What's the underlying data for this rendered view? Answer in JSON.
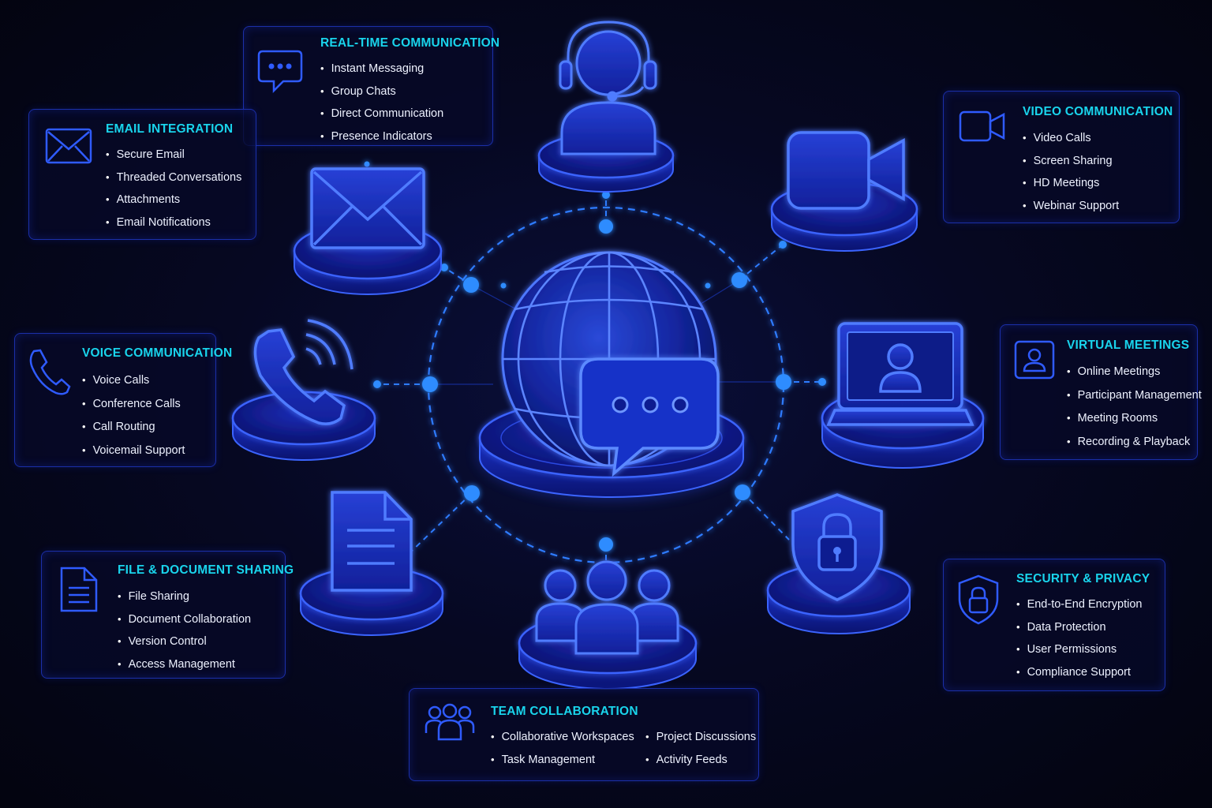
{
  "colors": {
    "background": "#04051a",
    "accent_blue": "#2f5bff",
    "glow_blue": "#3b64ff",
    "title_cyan": "#19d4ec",
    "text_white": "#eef2ff",
    "panel_border": "#1b2fa8"
  },
  "hub": {
    "icons": [
      "globe-icon",
      "chat-bubble-icon"
    ]
  },
  "nodes": [
    {
      "name": "headset-agent",
      "icon": "headset-icon"
    },
    {
      "name": "video-camera",
      "icon": "video-camera-icon"
    },
    {
      "name": "laptop-meeting",
      "icon": "laptop-user-icon"
    },
    {
      "name": "security-shield",
      "icon": "shield-lock-icon"
    },
    {
      "name": "team-group",
      "icon": "people-group-icon"
    },
    {
      "name": "document",
      "icon": "document-icon"
    },
    {
      "name": "phone",
      "icon": "phone-icon"
    },
    {
      "name": "envelope",
      "icon": "envelope-icon"
    }
  ],
  "panels": {
    "realtime": {
      "icon": "chat-bubble-icon",
      "title": "REAL-TIME COMMUNICATION",
      "items": [
        "Instant Messaging",
        "Group Chats",
        "Direct Communication",
        "Presence Indicators"
      ]
    },
    "email": {
      "icon": "envelope-icon",
      "title": "EMAIL INTEGRATION",
      "items": [
        "Secure Email",
        "Threaded Conversations",
        "Attachments",
        "Email Notifications"
      ]
    },
    "video": {
      "icon": "video-camera-icon",
      "title": "VIDEO COMMUNICATION",
      "items": [
        "Video Calls",
        "Screen Sharing",
        "HD Meetings",
        "Webinar Support"
      ]
    },
    "voice": {
      "icon": "phone-icon",
      "title": "VOICE COMMUNICATION",
      "items": [
        "Voice Calls",
        "Conference Calls",
        "Call Routing",
        "Voicemail Support"
      ]
    },
    "meetings": {
      "icon": "user-frame-icon",
      "title": "VIRTUAL MEETINGS",
      "items": [
        "Online Meetings",
        "Participant Management",
        "Meeting Rooms",
        "Recording & Playback"
      ]
    },
    "files": {
      "icon": "document-icon",
      "title": "FILE & DOCUMENT SHARING",
      "items": [
        "File Sharing",
        "Document Collaboration",
        "Version Control",
        "Access Management"
      ]
    },
    "security": {
      "icon": "shield-lock-icon",
      "title": "SECURITY & PRIVACY",
      "items": [
        "End-to-End Encryption",
        "Data Protection",
        "User Permissions",
        "Compliance Support"
      ]
    },
    "team": {
      "icon": "people-group-icon",
      "title": "TEAM COLLABORATION",
      "items": [
        "Collaborative Workspaces",
        "Project Discussions",
        "Task Management",
        "Activity Feeds"
      ]
    }
  }
}
